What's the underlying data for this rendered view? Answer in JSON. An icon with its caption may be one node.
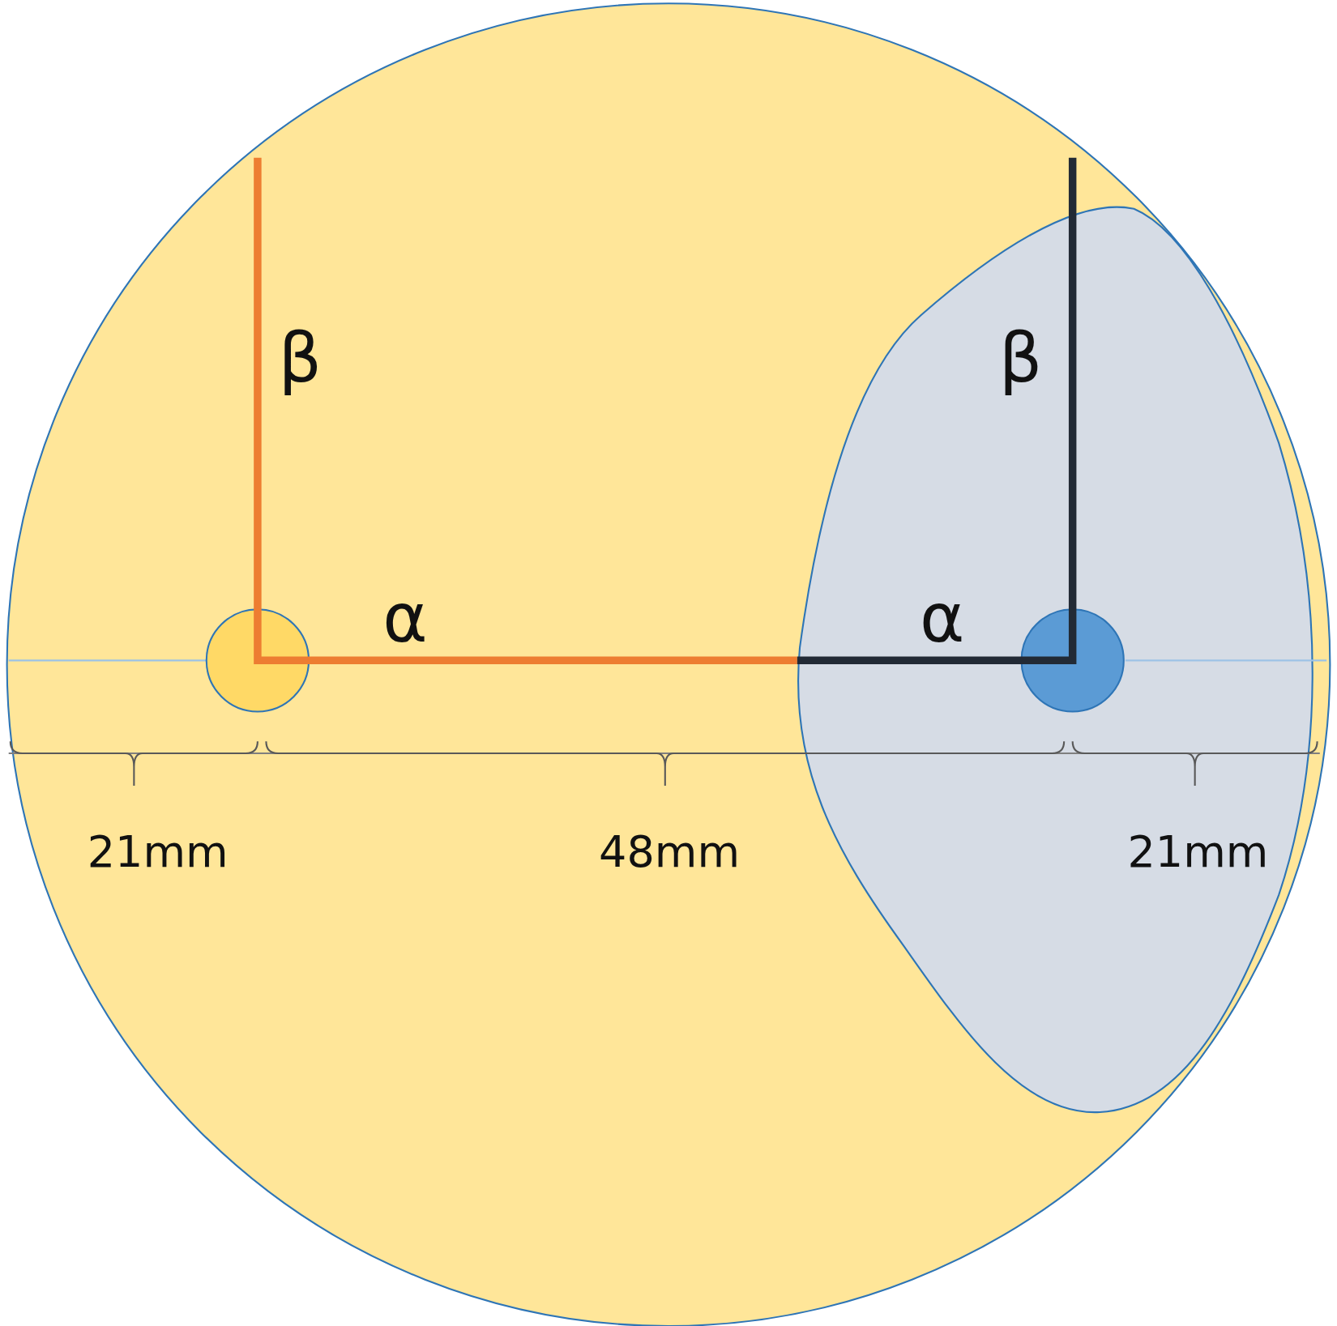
{
  "diagram": {
    "nodes": [
      {
        "text": [],
        "shape": "circle"
      },
      {
        "text": [],
        "shape": "circle"
      }
    ],
    "labels": [
      "β",
      "β",
      "α",
      "α",
      "21mm",
      "48mm",
      "21mm"
    ]
  }
}
